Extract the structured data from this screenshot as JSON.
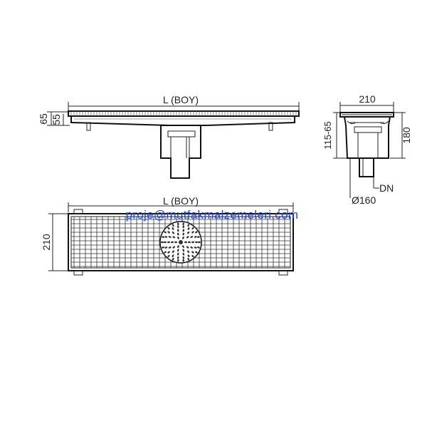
{
  "side_view": {
    "length_label": "L (BOY)",
    "height_outer": "65",
    "height_inner": "55"
  },
  "end_view": {
    "width_label": "210",
    "upper_label": "115-65",
    "height_label": "180",
    "dn_label": "DN",
    "diameter_label": "Ø160"
  },
  "top_view": {
    "length_label": "L (BOY)",
    "width_label": "210",
    "watermark": "proje@mutfakmalzemeleri.com"
  },
  "colors": {
    "line": "#222222",
    "watermark": "#1f43d6"
  }
}
